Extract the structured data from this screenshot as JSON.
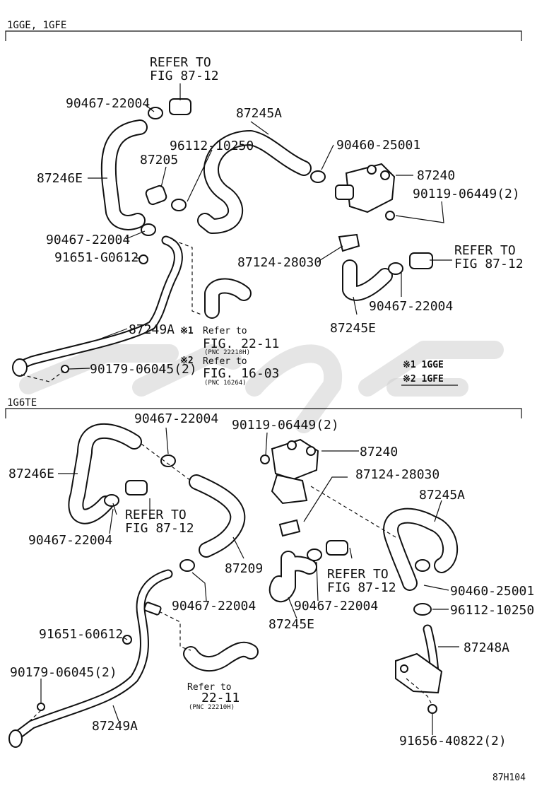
{
  "sections": {
    "top": "1GGE, 1GFE",
    "bottom": "1G6TE"
  },
  "top_labels": {
    "refer_a1": "REFER TO",
    "refer_a2": "FIG 87-12",
    "p90467a": "90467-22004",
    "p87245a": "87245A",
    "p96112": "96112-10250",
    "p87205": "87205",
    "p87246e": "87246E",
    "p90460": "90460-25001",
    "p87240": "87240",
    "p90119": "90119-06449(2)",
    "p90467b": "90467-22004",
    "p91651": "91651-G0612",
    "p87124": "87124-28030",
    "refer_b1": "REFER TO",
    "refer_b2": "FIG 87-12",
    "p90467c": "90467-22004",
    "p87245e": "87245E",
    "p87249a": "87249A",
    "note1_mark": "※1",
    "note1_a": "Refer to",
    "note1_b": "FIG. 22-11",
    "note1_c": "(PNC 22210H)",
    "note2_mark": "※2",
    "note2_a": "Refer to",
    "note2_b": "FIG. 16-03",
    "note2_c": "(PNC 16264)",
    "p90179": "90179-06045(2)",
    "legend1": "※1 1GGE",
    "legend2": "※2 1GFE"
  },
  "bottom_labels": {
    "p90467a": "90467-22004",
    "p90119": "90119-06449(2)",
    "p87240": "87240",
    "p87246e": "87246E",
    "p87124": "87124-28030",
    "p87245a": "87245A",
    "refer_a1": "REFER TO",
    "refer_a2": "FIG 87-12",
    "p90467b": "90467-22004",
    "p87209": "87209",
    "refer_b1": "REFER TO",
    "refer_b2": "FIG 87-12",
    "p90460": "90460-25001",
    "p90467c": "90467-22004",
    "p90467d": "90467-22004",
    "p96112": "96112-10250",
    "p87245e": "87245E",
    "p91651": "91651-60612",
    "p87248a": "87248A",
    "p90179": "90179-06045(2)",
    "note_a": "Refer to",
    "note_b": "22-11",
    "note_c": "(PNC 22210H)",
    "p87249a": "87249A",
    "p91656": "91656-40822(2)"
  },
  "code": "87H104"
}
